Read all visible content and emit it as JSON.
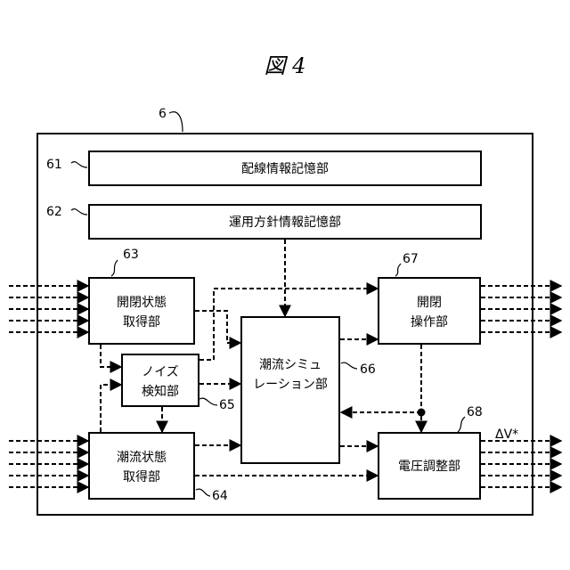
{
  "figure": {
    "title": "図 4"
  },
  "system": {
    "ref": "6"
  },
  "blocks": {
    "wiring_storage": {
      "ref": "61",
      "label": "配線情報記憶部"
    },
    "policy_storage": {
      "ref": "62",
      "label": "運用方針情報記憶部"
    },
    "switch_acquire": {
      "ref": "63",
      "line1": "開閉状態",
      "line2": "取得部"
    },
    "flow_acquire": {
      "ref": "64",
      "line1": "潮流状態",
      "line2": "取得部"
    },
    "noise_detect": {
      "ref": "65",
      "line1": "ノイズ",
      "line2": "検知部"
    },
    "flow_sim": {
      "ref": "66",
      "line1": "潮流シミュ",
      "line2": "レーション部"
    },
    "switch_operate": {
      "ref": "67",
      "line1": "開閉",
      "line2": "操作部"
    },
    "voltage_adjust": {
      "ref": "68",
      "label": "電圧調整部"
    }
  },
  "output_label": "ΔV*"
}
